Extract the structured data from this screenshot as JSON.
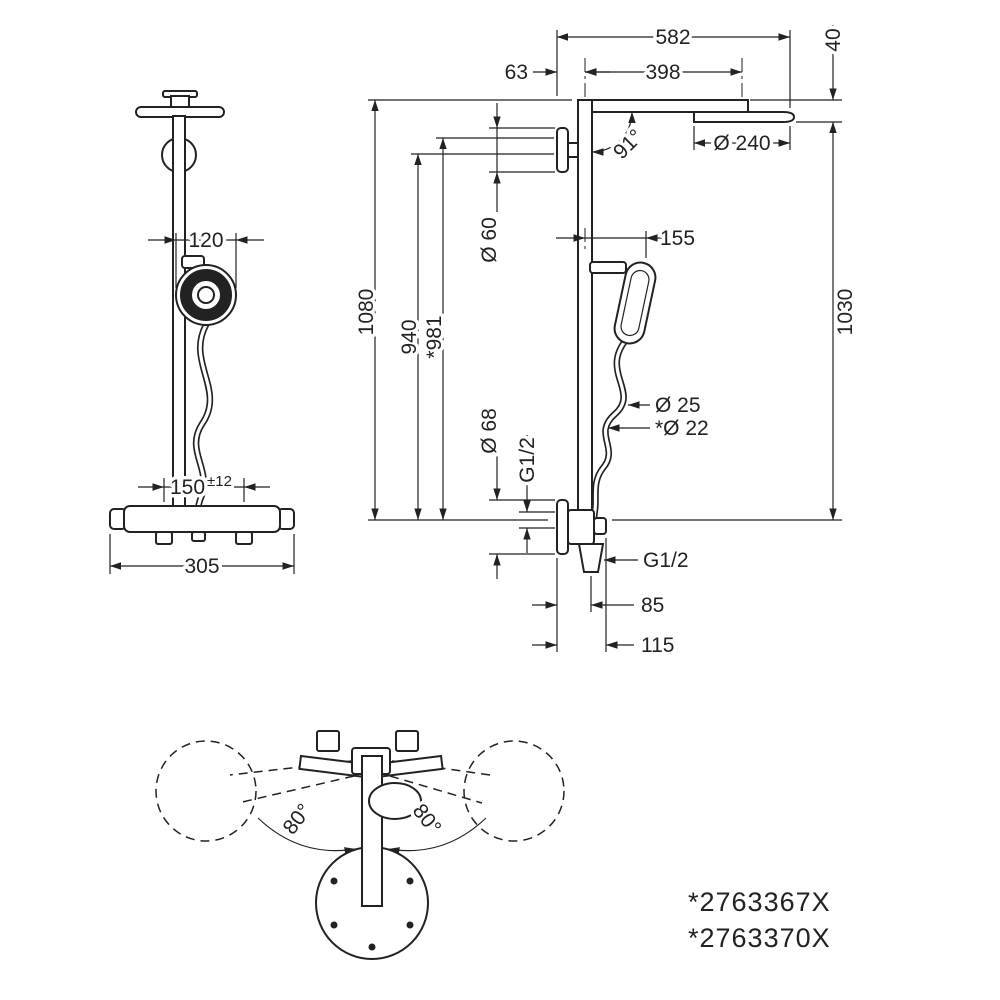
{
  "colors": {
    "line": "#222222",
    "background": "#ffffff"
  },
  "front_view": {
    "dim_120": "120",
    "dim_150": "150",
    "dim_150_tol": "±12",
    "dim_305": "305"
  },
  "side_view": {
    "dim_582": "582",
    "dim_63": "63",
    "dim_398": "398",
    "dim_40": "40",
    "dim_diameter_240": "Ø 240",
    "angle_91": "91°",
    "dim_diameter_60": "Ø 60",
    "dim_155": "155",
    "dim_1080": "1080",
    "dim_940": "940",
    "dim_981": "*981",
    "dim_1030": "1030",
    "dim_diameter_25": "Ø 25",
    "dim_diameter_22": "*Ø 22",
    "dim_diameter_68": "Ø 68",
    "thread_wall": "G1/2",
    "thread_outlet": "G1/2",
    "dim_85": "85",
    "dim_115": "115"
  },
  "bottom_view": {
    "swivel_left": "80°",
    "swivel_right": "80°"
  },
  "part_numbers": [
    "*2763367X",
    "*2763370X"
  ]
}
